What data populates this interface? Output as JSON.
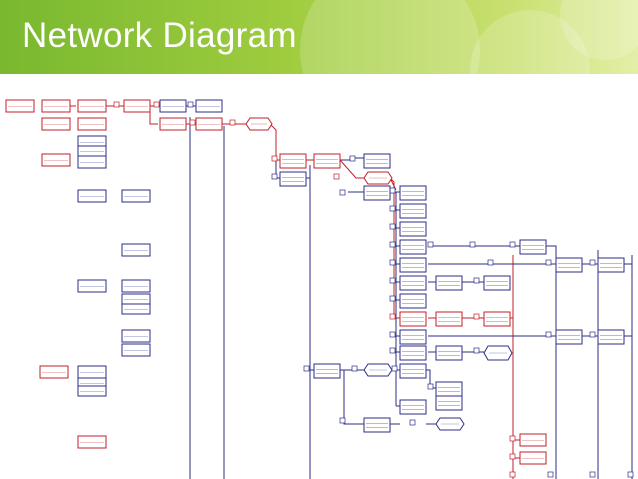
{
  "page": {
    "title": "Network Diagram"
  },
  "palette": {
    "banner_start": "#79b82f",
    "banner_end": "#e3efa8",
    "title_color": "#ffffff",
    "normal_task": "#2b2f86",
    "critical_task": "#c0202a",
    "background": "#ffffff"
  },
  "diagram": {
    "type": "network-diagram",
    "node_kinds": [
      "task",
      "milestone"
    ],
    "legend": "none"
  }
}
